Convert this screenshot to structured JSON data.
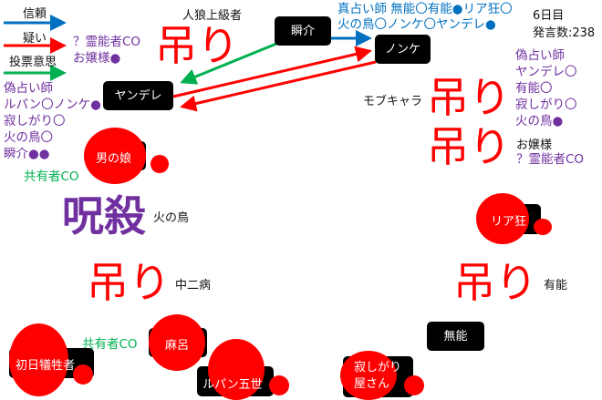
{
  "legend": {
    "trust": "信頼",
    "doubt": "疑い",
    "vote": "投票意思"
  },
  "colors": {
    "trust": "#0070c0",
    "doubt": "#ff0000",
    "vote": "#00b050",
    "purple": "#7030a0",
    "blood": "#ff0000"
  },
  "status": {
    "day": "6日目",
    "posts": "発言数:238"
  },
  "left_notes": {
    "medium": "？霊能者CO",
    "medium_result": "お嬢様●"
  },
  "fake_seer_left": [
    "偽占い師",
    "ルパン〇ノンケ●",
    "寂しがり〇",
    "火の鳥〇",
    "瞬介●●"
  ],
  "fake_seer_right": [
    "偽占い師",
    "ヤンデレ〇",
    "有能〇",
    "寂しがり〇",
    "火の鳥●"
  ],
  "true_seer": [
    "真占い師 無能〇有能●リア狂〇",
    "火の鳥〇ノンケ〇ヤンデレ●"
  ],
  "co_shared_1": "共有者CO",
  "co_shared_2": "共有者CO",
  "medium_right": "？霊能者CO",
  "stamps": {
    "hang": "吊り",
    "curse": "呪殺"
  },
  "dead_labels": {
    "werewolf_expert": "人狼上級者",
    "mob": "モブキャラ",
    "ojou": "お嬢様",
    "firebird": "火の鳥",
    "chuni": "中二病",
    "yuunou": "有能"
  },
  "nodes": {
    "shunsuke": "瞬介",
    "nonke": "ノンケ",
    "yandere": "ヤンデレ",
    "otokonoko": "男の娘",
    "riakyou": "リア狂",
    "munou": "無能",
    "sabishigari": "寂しがり屋さん",
    "maro": "麻呂",
    "lupin": "ルパン五世",
    "victim": "初日犠牲者"
  }
}
